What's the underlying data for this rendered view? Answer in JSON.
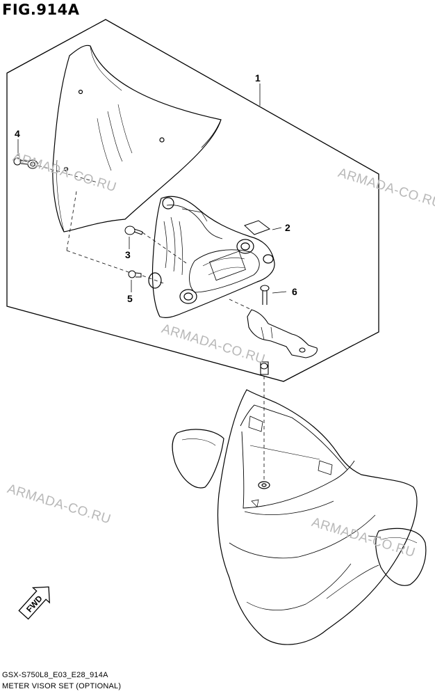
{
  "figure": {
    "title": "FIG.914A",
    "code": "GSX-S750L8_E03_E28_914A",
    "caption": "METER VISOR SET (OPTIONAL)"
  },
  "watermark": "ARMADA-CO.RU",
  "fwd_label": "FWD",
  "parts": [
    {
      "ref": "1"
    },
    {
      "ref": "2"
    },
    {
      "ref": "3"
    },
    {
      "ref": "4"
    },
    {
      "ref": "5"
    },
    {
      "ref": "6"
    }
  ]
}
